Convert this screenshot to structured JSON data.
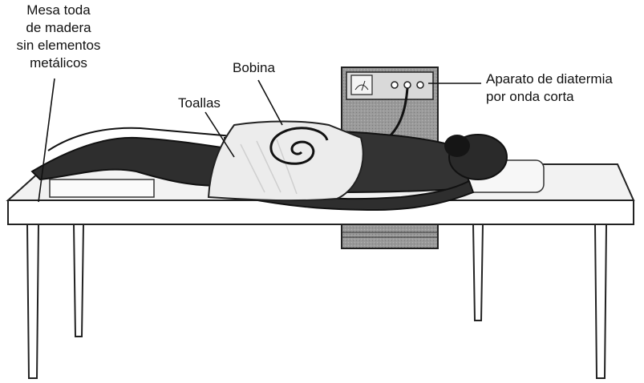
{
  "labels": {
    "table": [
      "Mesa toda",
      "de madera",
      "sin elementos",
      "metálicos"
    ],
    "coil": "Bobina",
    "towels": "Toallas",
    "device": [
      "Aparato de diatermia",
      "por onda corta"
    ]
  },
  "colors": {
    "ink": "#111111",
    "paper": "#ffffff",
    "device": "#9a9a9a",
    "skin": "#2e2e2e",
    "towel": "#ececec",
    "table_top": "#f2f2f2"
  }
}
